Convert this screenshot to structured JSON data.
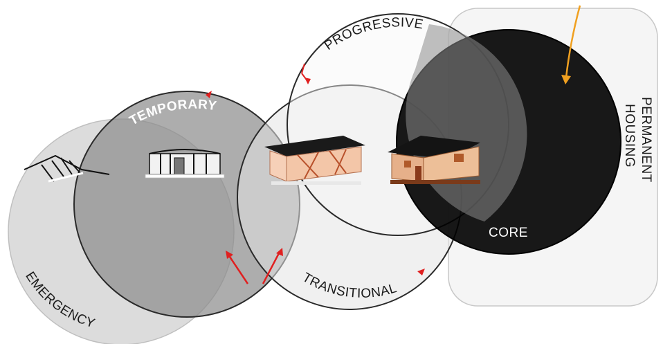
{
  "diagram": {
    "labels": {
      "emergency": "EMERGENCY",
      "temporary": "TEMPORARY",
      "transitional": "TRANSITIONAL",
      "progressive": "PROGRESSIVE",
      "core": "CORE",
      "permanent_line1": "PERMANENT",
      "permanent_line2": "HOUSING"
    },
    "colors": {
      "emergency_fill": "#d6d6d6",
      "temporary_fill": "#8a8a8a",
      "transitional_fill": "#e4e4e4",
      "progressive_fill": "#f4f4f4",
      "core_fill": "#000000",
      "permanent_fill": "#f5f5f5",
      "arrow_red": "#e02020",
      "arrow_orange": "#f0a020"
    },
    "icons": [
      "tent-icon",
      "temporary-shelter-icon",
      "transitional-shelter-icon",
      "core-house-icon"
    ]
  }
}
